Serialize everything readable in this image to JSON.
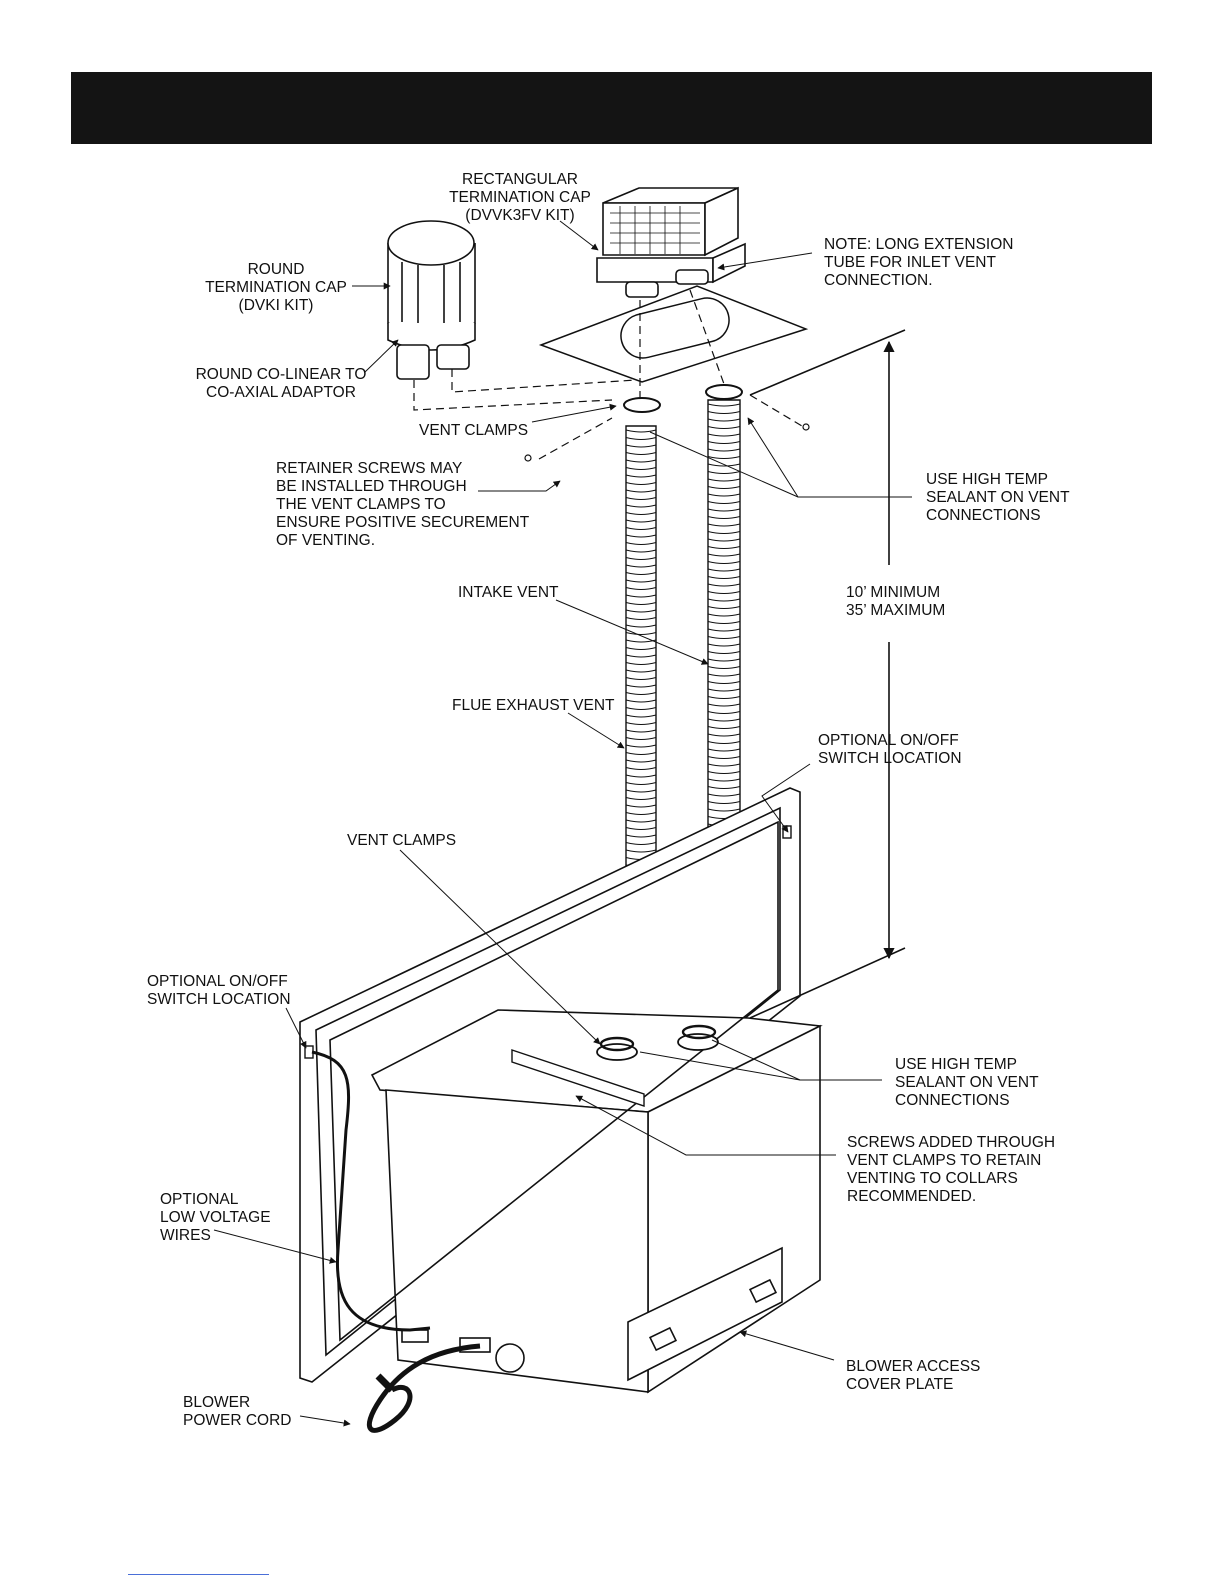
{
  "labels": {
    "rect_cap": [
      "RECTANGULAR",
      "TERMINATION CAP",
      "(DVVK3FV KIT)"
    ],
    "round_cap": [
      "ROUND",
      "TERMINATION CAP",
      "(DVKI KIT)"
    ],
    "note_extension": [
      "NOTE: LONG EXTENSION",
      "TUBE FOR INLET VENT",
      "CONNECTION."
    ],
    "adaptor": [
      "ROUND CO-LINEAR TO",
      "CO-AXIAL ADAPTOR"
    ],
    "vent_clamps_top": [
      "VENT CLAMPS"
    ],
    "retainer_screws": [
      "RETAINER SCREWS MAY",
      "BE INSTALLED THROUGH",
      "THE VENT CLAMPS TO",
      "ENSURE POSITIVE SECUREMENT",
      "OF VENTING."
    ],
    "sealant_top": [
      "USE HIGH TEMP",
      "SEALANT ON VENT",
      "CONNECTIONS"
    ],
    "length": [
      "10’ MINIMUM",
      "35’ MAXIMUM"
    ],
    "intake_vent": [
      "INTAKE VENT"
    ],
    "flue_exhaust": [
      "FLUE EXHAUST VENT"
    ],
    "switch_right": [
      "OPTIONAL ON/OFF",
      "SWITCH LOCATION"
    ],
    "vent_clamps_bottom": [
      "VENT CLAMPS"
    ],
    "switch_left": [
      "OPTIONAL ON/OFF",
      "SWITCH LOCATION"
    ],
    "sealant_bottom": [
      "USE HIGH TEMP",
      "SEALANT ON VENT",
      "CONNECTIONS"
    ],
    "screws_added": [
      "SCREWS ADDED THROUGH",
      "VENT CLAMPS TO RETAIN",
      "VENTING TO COLLARS",
      "RECOMMENDED."
    ],
    "low_voltage": [
      "OPTIONAL",
      "LOW VOLTAGE",
      "WIRES"
    ],
    "blower_cover": [
      "BLOWER ACCESS",
      "COVER PLATE"
    ],
    "power_cord": [
      "BLOWER",
      "POWER CORD"
    ]
  }
}
